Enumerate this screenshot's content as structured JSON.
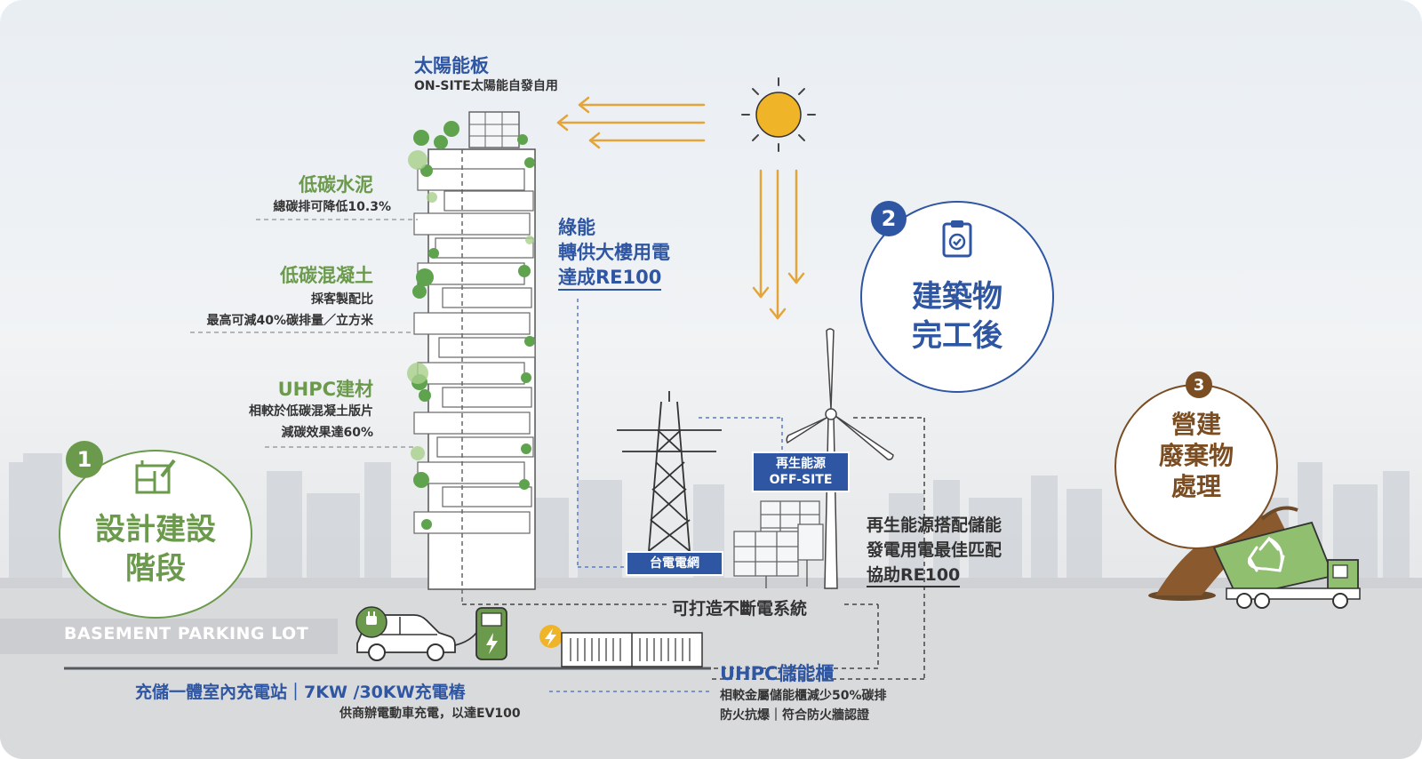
{
  "solar": {
    "title": "太陽能板",
    "sub": "ON-SITE太陽能自發自用"
  },
  "cement": {
    "title": "低碳水泥",
    "sub": "總碳排可降低10.3%"
  },
  "concrete": {
    "title": "低碳混凝土",
    "sub1": "採客製配比",
    "sub2": "最高可減40%碳排量／立方米"
  },
  "uhpc_material": {
    "title": "UHPC建材",
    "sub1": "相較於低碳混凝土版片",
    "sub2": "減碳效果達60%"
  },
  "green_power": {
    "line1": "綠能",
    "line2": "轉供大樓用電",
    "line3": "達成RE100"
  },
  "grid_label": "台電電網",
  "offsite_label": {
    "line1": "再生能源",
    "line2": "OFF-SITE"
  },
  "storage_text": {
    "line1": "再生能源搭配儲能",
    "line2": "發電用電最佳匹配",
    "line3": "協助RE100"
  },
  "ups_text": "可打造不斷電系統",
  "parking_label": "BASEMENT PARKING LOT",
  "charging": {
    "title": "充儲一體室內充電站｜7KW /30KW充電樁",
    "sub": "供商辦電動車充電，以達EV100"
  },
  "uhpc_storage": {
    "title": "UHPC儲能櫃",
    "sub1": "相較金屬儲能櫃減少50%碳排",
    "sub2": "防火抗爆｜符合防火牆認證"
  },
  "stage1": {
    "number": "1",
    "line1": "設計建設",
    "line2": "階段"
  },
  "stage2": {
    "number": "2",
    "line1": "建築物",
    "line2": "完工後"
  },
  "stage3": {
    "number": "3",
    "line1": "營建",
    "line2": "廢棄物",
    "line3": "處理"
  },
  "icons": {
    "stage1": "building-plan-icon",
    "stage2": "clipboard-check-icon",
    "stage3": "recycle-icon",
    "charger": "ev-charger-icon",
    "plug": "plug-icon",
    "bolt": "lightning-icon"
  },
  "colors": {
    "blue": "#2f56a3",
    "green": "#6b9a4c",
    "brown": "#7a4d22",
    "sun": "#f0b429",
    "arrow": "#e3a53a"
  }
}
